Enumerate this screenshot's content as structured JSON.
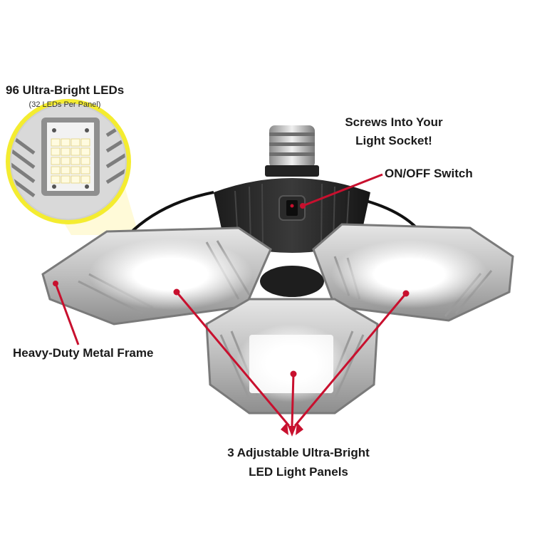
{
  "image": {
    "subject": "three-panel LED garage ceiling light with callouts",
    "accent_color": "#c8102e",
    "glow_color": "#fff9d6"
  },
  "callouts": {
    "leds_title": "96 Ultra-Bright LEDs",
    "leds_subtitle": "(32 LEDs Per Panel)",
    "screws_line1": "Screws Into Your",
    "screws_line2": "Light Socket!",
    "switch": "ON/OFF Switch",
    "frame": "Heavy-Duty Metal Frame",
    "panels_line1": "3 Adjustable Ultra-Bright",
    "panels_line2": "LED Light Panels"
  }
}
